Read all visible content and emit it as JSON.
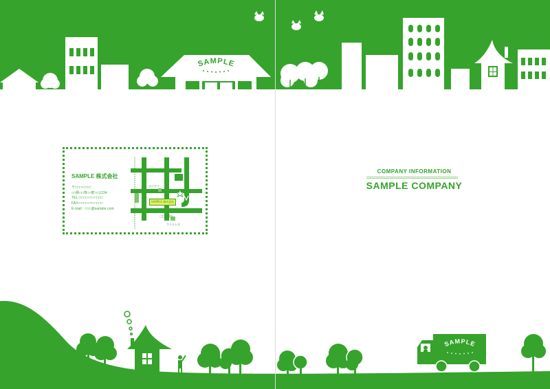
{
  "cover": {
    "subtitle": "COMPANY INFORMATION",
    "title": "SAMPLE COMPANY"
  },
  "card": {
    "company_name": "SAMPLE 株式会社",
    "lines": [
      "〒□□□-□□□□",
      "□□県□□市□□町□□1234",
      "TEL:□□□□-□□-□□□□",
      "FAX:□□□□-□□-□□□□",
      "E-mail : □□□@sample.com"
    ],
    "map": {
      "badge": "SAMPLE 株式会社",
      "label_left": "ランドリ",
      "label_road": "□□大通り",
      "label_bottom": "ファミレス"
    }
  },
  "signs": {
    "shop": "SAMPLE",
    "truck": "SAMPLE"
  },
  "colors": {
    "brand_green": "#35a32c",
    "highlight": "#e8f25a"
  }
}
